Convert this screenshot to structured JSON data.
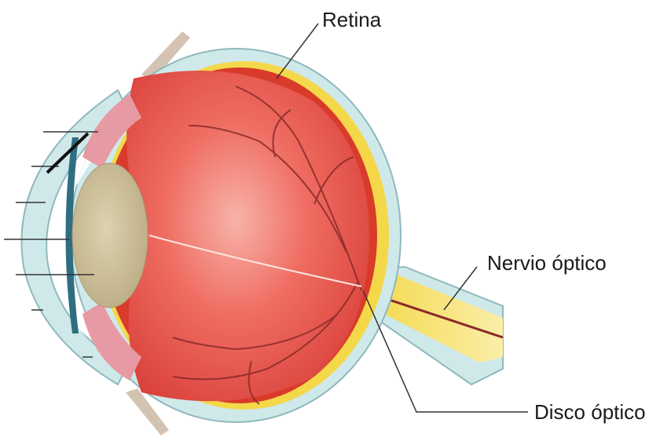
{
  "labels": {
    "retina": "Retina",
    "optic_nerve": "Nervio óptico",
    "optic_disc": "Disco óptico"
  },
  "colors": {
    "sclera_outer": "#cfe9ea",
    "sclera_border": "#8fb8bd",
    "choroid": "#d93b2a",
    "retina_band": "#f4d84a",
    "vitreous": "#ea5a52",
    "vitreous_light": "#f6a39a",
    "lens": "#cdbf98",
    "iris": "#2f6e80",
    "ciliary": "#e79aa3",
    "nerve": "#f6e27a",
    "vessel": "#8a2a2a",
    "leader": "#333333"
  }
}
